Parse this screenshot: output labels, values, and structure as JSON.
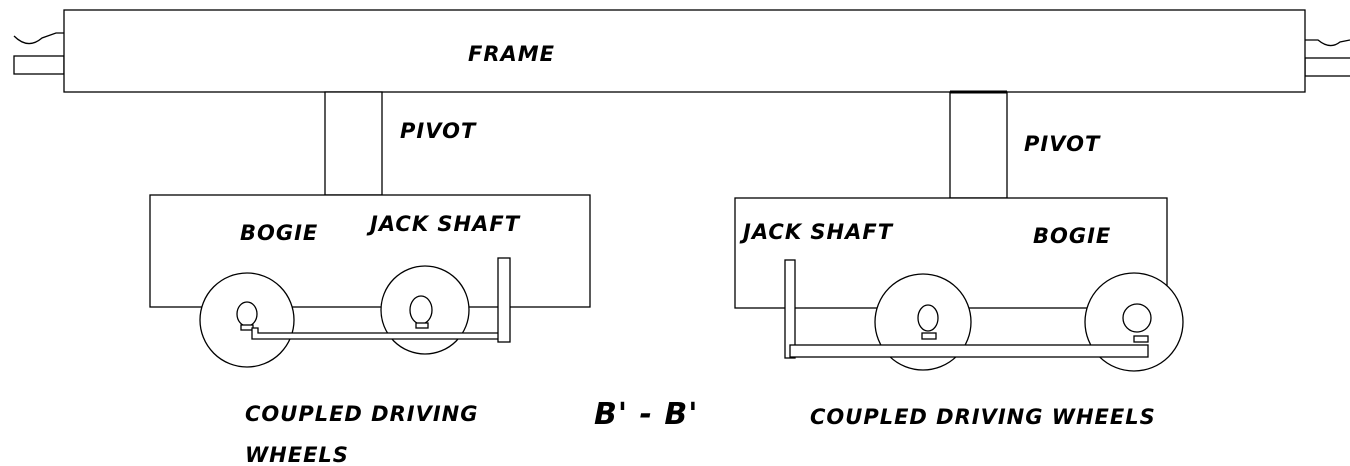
{
  "labels": {
    "frame": "FRAME",
    "pivot_left": "PIVOT",
    "pivot_right": "PIVOT",
    "bogie_left": "BOGIE",
    "jack_shaft_left": "JACK SHAFT",
    "jack_shaft_right": "JACK SHAFT",
    "bogie_right": "BOGIE",
    "coupled_left_line1": "COUPLED DRIVING",
    "coupled_left_line2": "WHEELS",
    "arrangement": "B' - B'",
    "coupled_right": "COUPLED DRIVING WHEELS"
  },
  "colors": {
    "ink": "#000000",
    "paper": "#ffffff"
  }
}
